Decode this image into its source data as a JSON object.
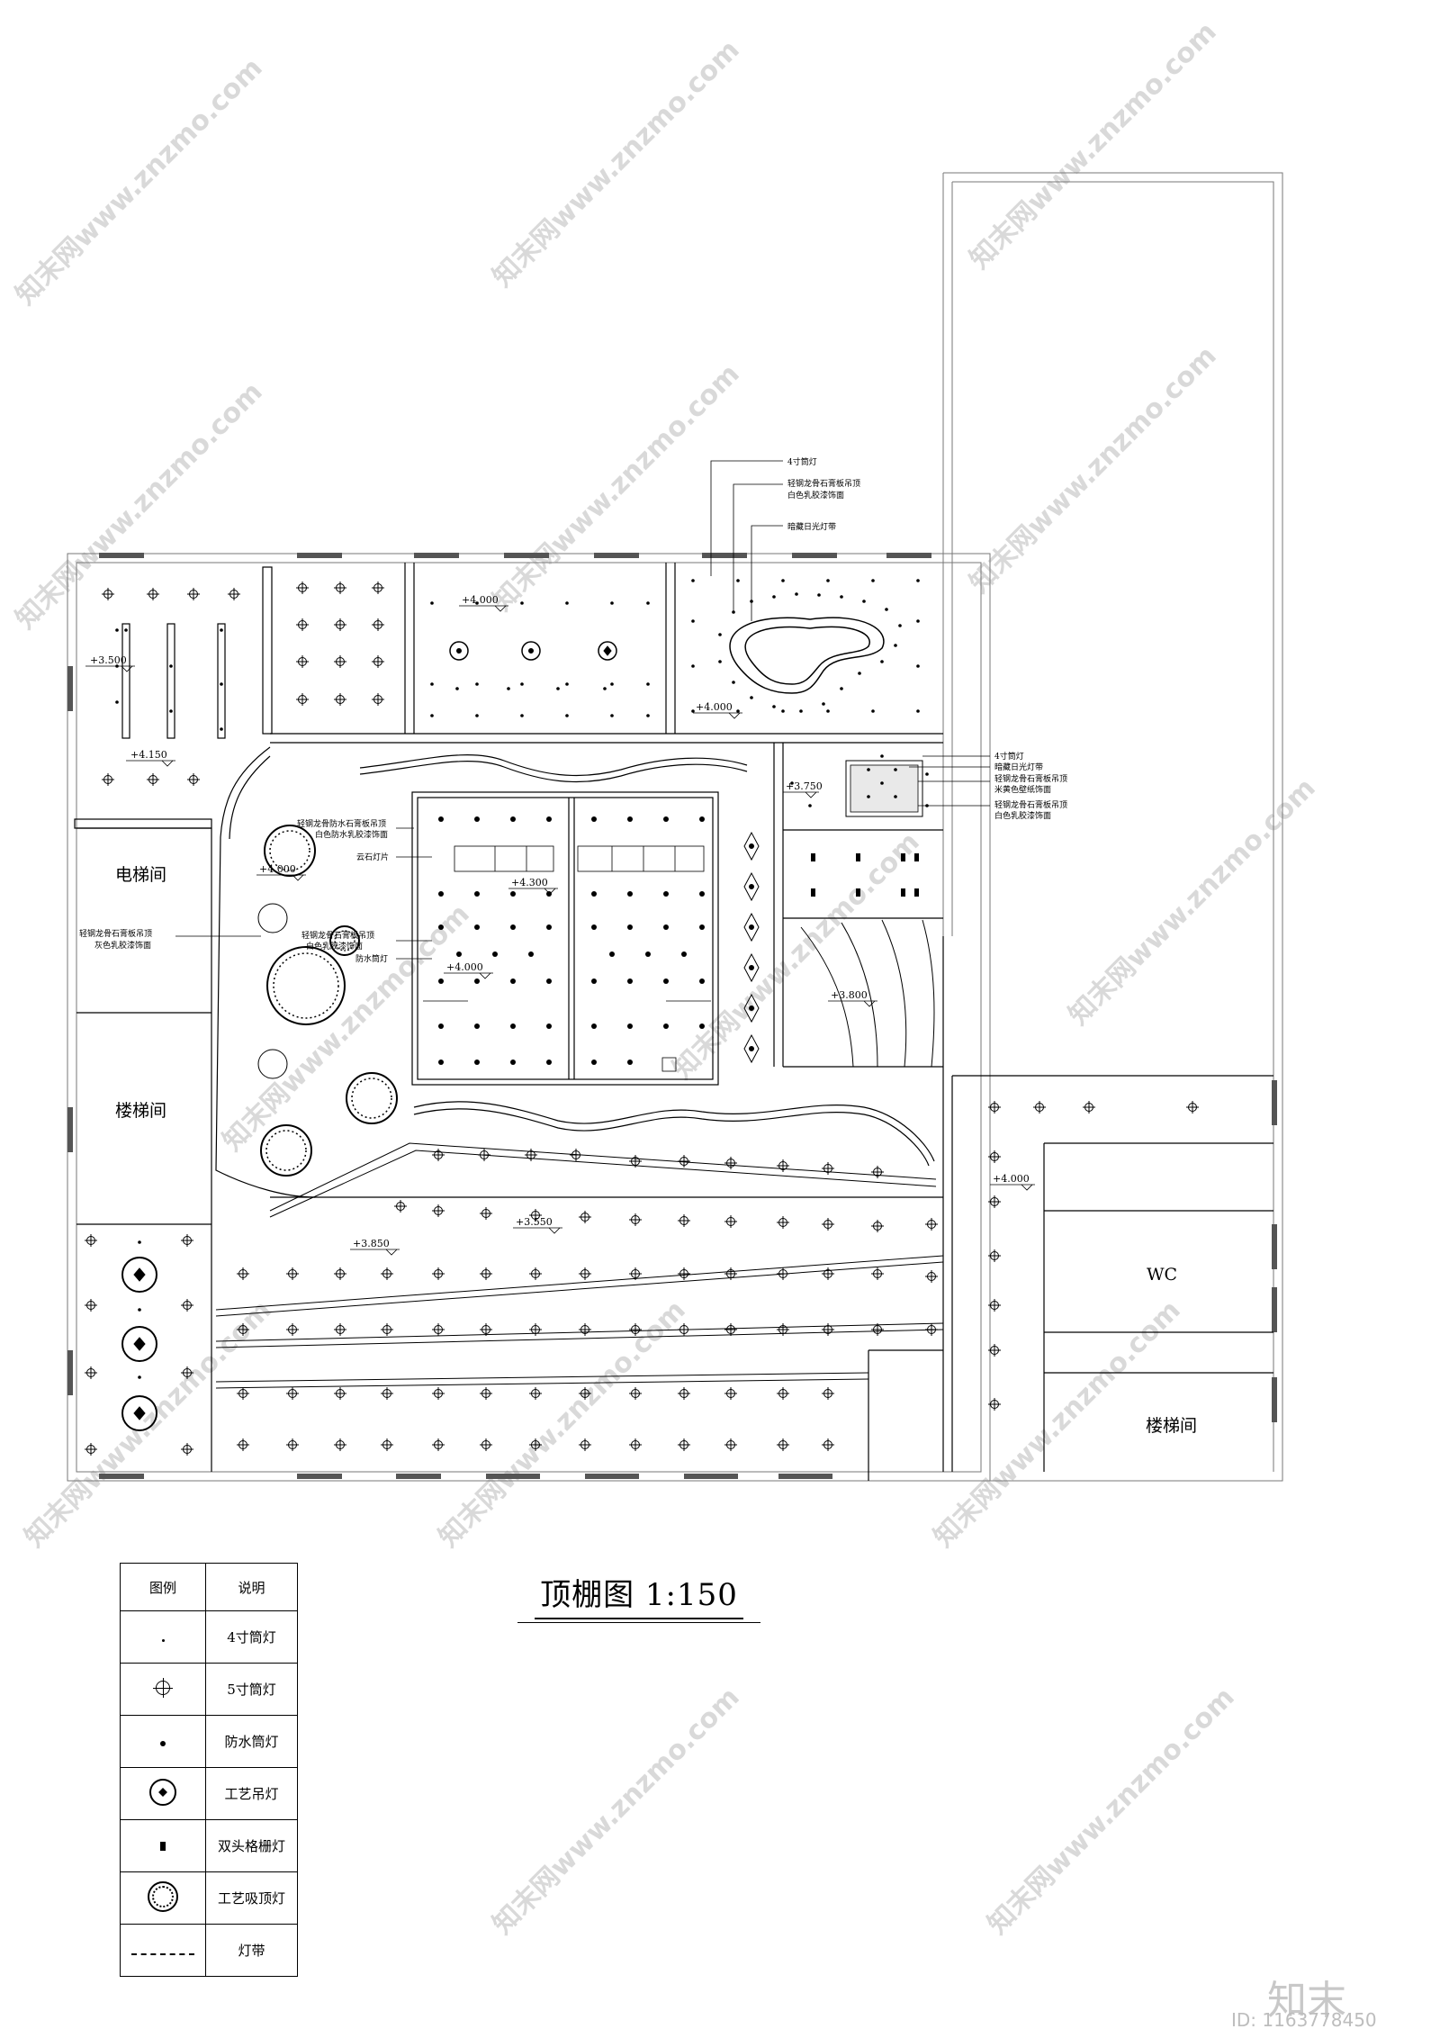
{
  "rooms": {
    "elevator": "电梯间",
    "stair_left": "楼梯间",
    "wc": "WC",
    "stair_right": "楼梯间"
  },
  "elevations": {
    "e1": "+3.500",
    "e2": "+4.150",
    "e3": "+4.000",
    "e4": "+4.000",
    "e5": "+4.000",
    "e6": "+3.750",
    "e7": "+4.300",
    "e8": "+4.000",
    "e9": "+3.800",
    "e10": "+3.850",
    "e11": "+3.550",
    "e12": "+4.000"
  },
  "annotations": {
    "top_1": "4寸筒灯",
    "top_2a": "轻钢龙骨石膏板吊顶",
    "top_2b": "白色乳胶漆饰面",
    "top_3": "暗藏日光灯带",
    "right_1": "4寸筒灯",
    "right_2": "暗藏日光灯带",
    "right_3a": "轻钢龙骨石膏板吊顶",
    "right_3b": "米黄色壁纸饰面",
    "right_4a": "轻钢龙骨石膏板吊顶",
    "right_4b": "白色乳胶漆饰面",
    "mid_1a": "轻钢龙骨防水石膏板吊顶",
    "mid_1b": "白色防水乳胶漆饰面",
    "mid_2": "云石灯片",
    "mid_3a": "轻钢龙骨石膏板吊顶",
    "mid_3b": "白色乳胶漆饰面",
    "mid_4": "防水筒灯",
    "left_1a": "轻钢龙骨石膏板吊顶",
    "left_1b": "灰色乳胶漆饰面"
  },
  "title": "顶棚图 1:150",
  "legend": {
    "header_symbol": "图例",
    "header_desc": "说明",
    "rows": [
      {
        "icon": "4in-downlight-icon",
        "label": "4寸筒灯"
      },
      {
        "icon": "5in-downlight-icon",
        "label": "5寸筒灯"
      },
      {
        "icon": "waterproof-downlight-icon",
        "label": "防水筒灯"
      },
      {
        "icon": "pendant-lamp-icon",
        "label": "工艺吊灯"
      },
      {
        "icon": "double-grille-lamp-icon",
        "label": "双头格栅灯"
      },
      {
        "icon": "ceiling-lamp-icon",
        "label": "工艺吸顶灯"
      },
      {
        "icon": "light-strip-icon",
        "label": "灯带"
      }
    ]
  },
  "watermark": "知末网www.znzmo.com",
  "brand": "知末",
  "image_id": "ID: 1163778450"
}
